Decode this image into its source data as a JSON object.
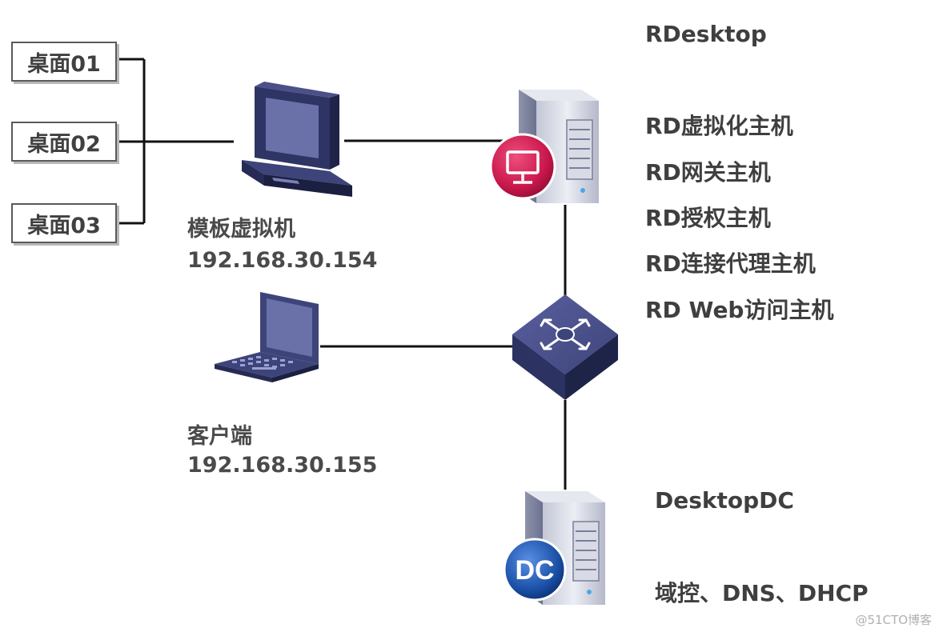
{
  "desktops": [
    "桌面01",
    "桌面02",
    "桌面03"
  ],
  "template_vm": {
    "name": "模板虚拟机",
    "ip": "192.168.30.154"
  },
  "client": {
    "name": "客户端",
    "ip": "192.168.30.155"
  },
  "rd_server": {
    "name": "RDesktop",
    "roles": [
      "RD虚拟化主机",
      "RD网关主机",
      "RD授权主机",
      "RD连接代理主机",
      "RD Web访问主机"
    ]
  },
  "dc_server": {
    "name": "DesktopDC",
    "roles": "域控、DNS、DHCP",
    "badge": "DC"
  },
  "watermark": "@51CTO博客",
  "colors": {
    "device_navy": "#3d4479",
    "server_silver": "#d4d7e2",
    "rd_badge_red": "#c8164a",
    "dc_badge_blue": "#1a4fa6",
    "line": "#111111"
  },
  "icons": {
    "template_vm": "desktop-computer-icon",
    "client": "laptop-icon",
    "switch": "network-switch-icon",
    "rd_server": "server-tower-icon",
    "rd_badge": "monitor-badge-icon",
    "dc_server": "server-tower-icon",
    "dc_badge": "dc-badge-icon"
  }
}
